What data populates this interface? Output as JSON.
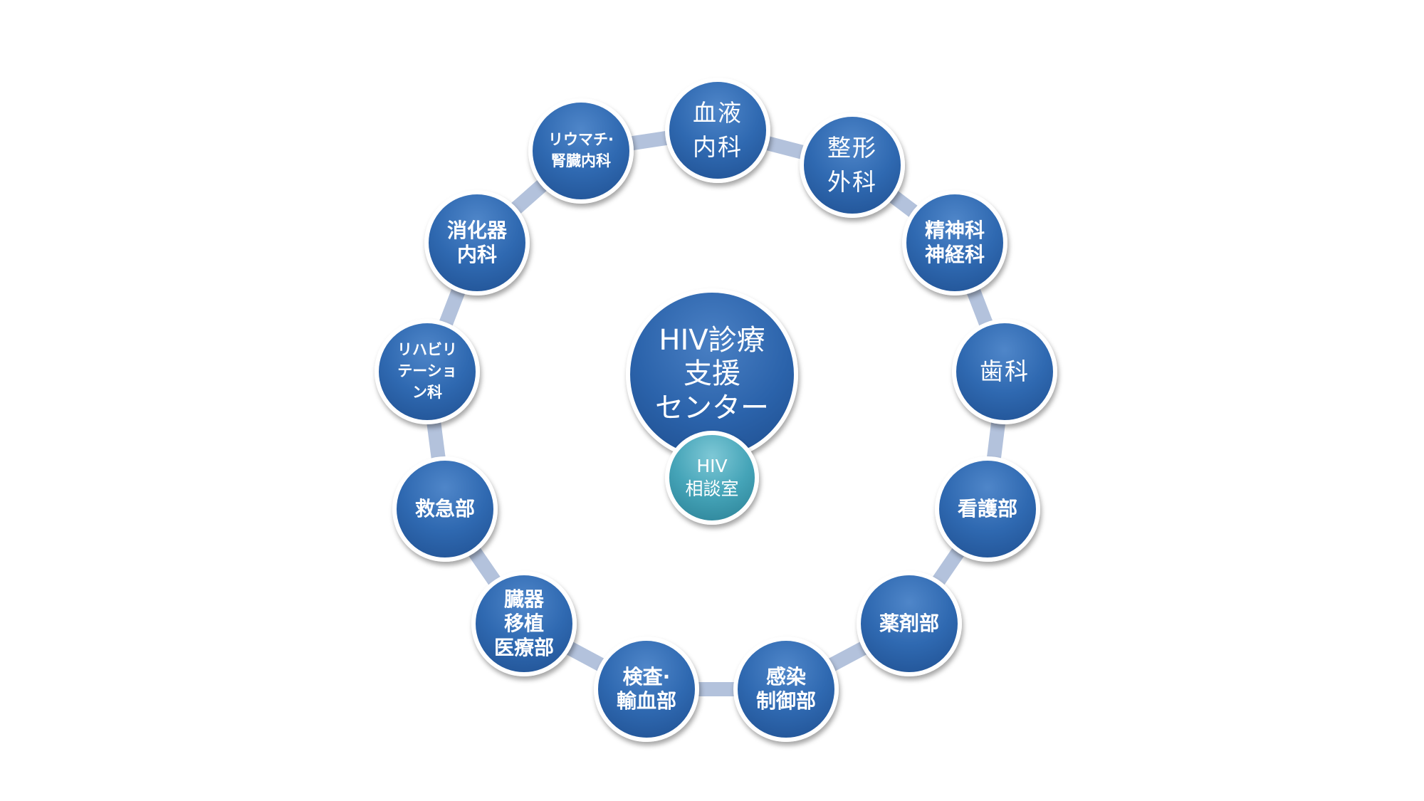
{
  "center": {
    "label": "HIV診療\n支援\nセンター"
  },
  "consultation": {
    "label": "HIV\n相談室"
  },
  "departments": [
    {
      "label": "血液\n内科"
    },
    {
      "label": "整形\n外科"
    },
    {
      "label": "精神科\n神経科"
    },
    {
      "label": "歯科"
    },
    {
      "label": "看護部"
    },
    {
      "label": "薬剤部"
    },
    {
      "label": "感染\n制御部"
    },
    {
      "label": "検査·\n輸血部"
    },
    {
      "label": "臓器\n移植\n医療部"
    },
    {
      "label": "救急部"
    },
    {
      "label": "リハビリ\nテーショ\nン科"
    },
    {
      "label": "消化器\n内科"
    },
    {
      "label": "リウマチ·\n腎臓内科"
    }
  ],
  "colors": {
    "node_blue": "#2f69b1",
    "ring": "#b3c2dc",
    "consultation_teal": "#45a4b8",
    "border": "#ffffff"
  }
}
